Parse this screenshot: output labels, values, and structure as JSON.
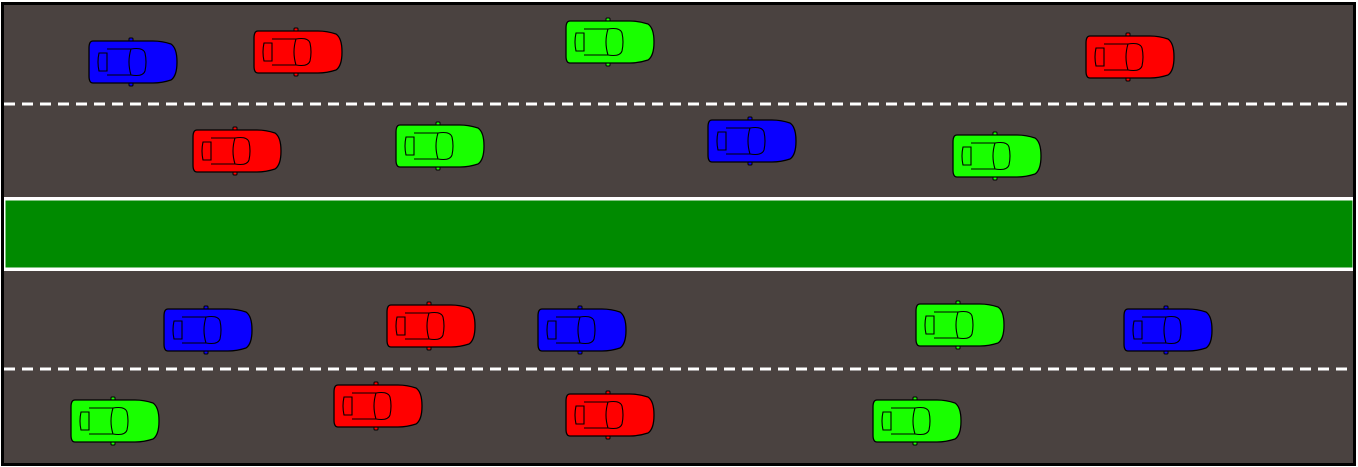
{
  "colors": {
    "road": "#4a4240",
    "median": "#008a00",
    "median_edge": "#ffffff",
    "lane_marking": "#ffffff",
    "frame": "#000000",
    "car_outline": "#000000"
  },
  "car_colors": {
    "red": "#ff0000",
    "green": "#19ff00",
    "blue": "#0a00ff"
  },
  "cars": [
    {
      "color": "blue",
      "icon": "car-icon"
    },
    {
      "color": "red",
      "icon": "car-icon"
    },
    {
      "color": "green",
      "icon": "car-icon"
    },
    {
      "color": "red",
      "icon": "car-icon"
    },
    {
      "color": "red",
      "icon": "car-icon"
    },
    {
      "color": "green",
      "icon": "car-icon"
    },
    {
      "color": "blue",
      "icon": "car-icon"
    },
    {
      "color": "green",
      "icon": "car-icon"
    },
    {
      "color": "blue",
      "icon": "car-icon"
    },
    {
      "color": "red",
      "icon": "car-icon"
    },
    {
      "color": "blue",
      "icon": "car-icon"
    },
    {
      "color": "green",
      "icon": "car-icon"
    },
    {
      "color": "blue",
      "icon": "car-icon"
    },
    {
      "color": "green",
      "icon": "car-icon"
    },
    {
      "color": "red",
      "icon": "car-icon"
    },
    {
      "color": "red",
      "icon": "car-icon"
    },
    {
      "color": "green",
      "icon": "car-icon"
    }
  ]
}
